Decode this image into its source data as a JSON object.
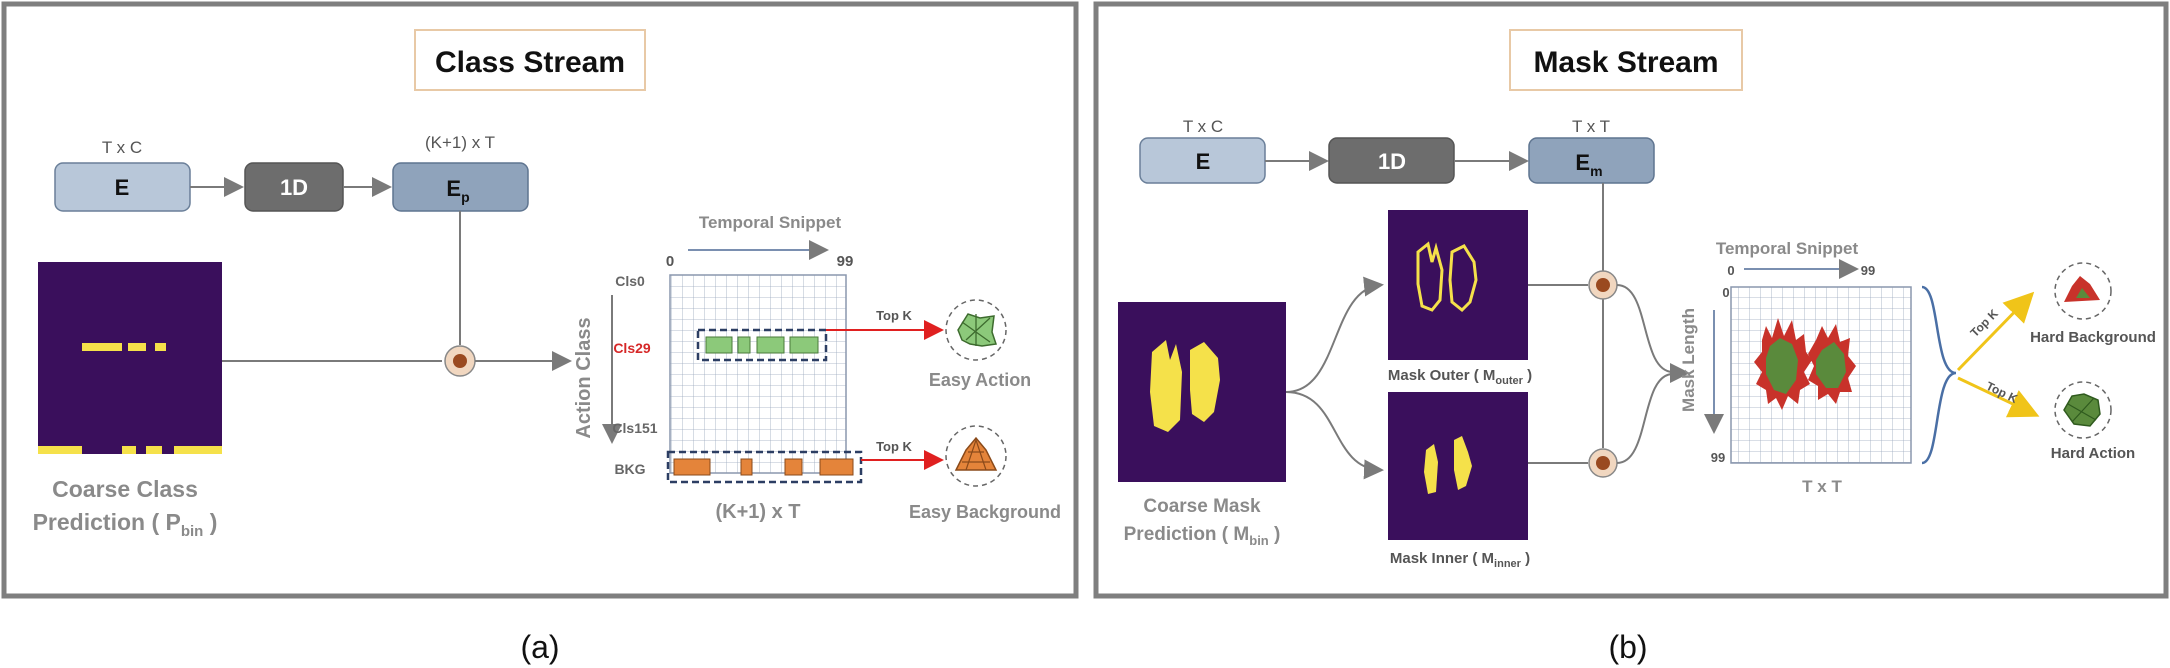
{
  "panel_a": {
    "title": "Class Stream",
    "caption": "(a)",
    "block_e": {
      "label": "E",
      "dims": "T x C"
    },
    "block_1d": {
      "label": "1D"
    },
    "block_ep": {
      "label": "E",
      "sub": "p",
      "dims": "(K+1) x T"
    },
    "coarse_label_line1": "Coarse Class",
    "coarse_label_line2": "Prediction ( P",
    "coarse_label_sub": "bin",
    "coarse_label_close": " )",
    "temporal_snippet": "Temporal Snippet",
    "axis_start": "0",
    "axis_end": "99",
    "action_class": "Action Class",
    "rows": {
      "cls0": "Cls0",
      "cls29": "Cls29",
      "cls151": "Cls151",
      "bkg": "BKG"
    },
    "grid_label": "(K+1) x T",
    "topk": "Top K",
    "easy_action": "Easy Action",
    "easy_background": "Easy Background"
  },
  "panel_b": {
    "title": "Mask Stream",
    "caption": "(b)",
    "block_e": {
      "label": "E",
      "dims": "T x C"
    },
    "block_1d": {
      "label": "1D"
    },
    "block_em": {
      "label": "E",
      "sub": "m",
      "dims": "T x T"
    },
    "mask_outer": {
      "text": "Mask Outer ( M",
      "sub": "outer",
      "close": " )"
    },
    "mask_inner": {
      "text": "Mask Inner ( M",
      "sub": "inner",
      "close": " )"
    },
    "coarse_line1": "Coarse Mask",
    "coarse_line2": "Prediction ( M",
    "coarse_sub": "bin",
    "coarse_close": " )",
    "temporal_snippet": "Temporal Snippet",
    "axis_start": "0",
    "axis_end": "99",
    "mask_length": "Mask Length",
    "y_start": "0",
    "y_end": "99",
    "grid_label": "T x T",
    "topk": "Top K",
    "hard_background": "Hard Background",
    "hard_action": "Hard Action"
  },
  "colors": {
    "panel_border": "#7f7f7f",
    "block_light": "#b8c7d9",
    "block_dark": "#6d6d6d",
    "block_mid": "#8fa3bb",
    "dark_purple": "#3a0f5c",
    "yellow": "#f5e14a",
    "green": "#8cc97a",
    "orange": "#e4843a",
    "red_label": "#d62828",
    "title_box": "#e8c9a6"
  }
}
